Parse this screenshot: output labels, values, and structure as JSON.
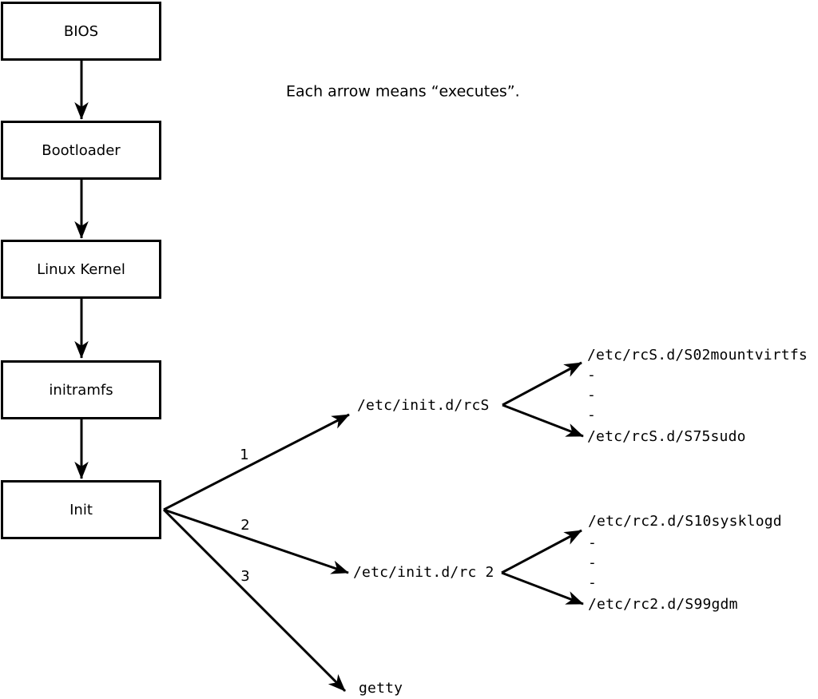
{
  "note": {
    "text": "Each arrow means “executes”."
  },
  "chain": [
    {
      "label": "BIOS"
    },
    {
      "label": "Bootloader"
    },
    {
      "label": "Linux Kernel"
    },
    {
      "label": "initramfs"
    },
    {
      "label": "Init"
    }
  ],
  "branches": [
    {
      "number": "1",
      "target": "/etc/init.d/rcS",
      "children": [
        "/etc/rcS.d/S02mountvirtfs",
        "-",
        "-",
        "-",
        "/etc/rcS.d/S75sudo"
      ]
    },
    {
      "number": "2",
      "target": "/etc/init.d/rc 2",
      "children": [
        "/etc/rc2.d/S10sysklogd",
        "-",
        "-",
        "-",
        "/etc/rc2.d/S99gdm"
      ]
    },
    {
      "number": "3",
      "target": "getty",
      "children": []
    }
  ],
  "colors": {
    "line": "#000000",
    "background": "#ffffff"
  }
}
